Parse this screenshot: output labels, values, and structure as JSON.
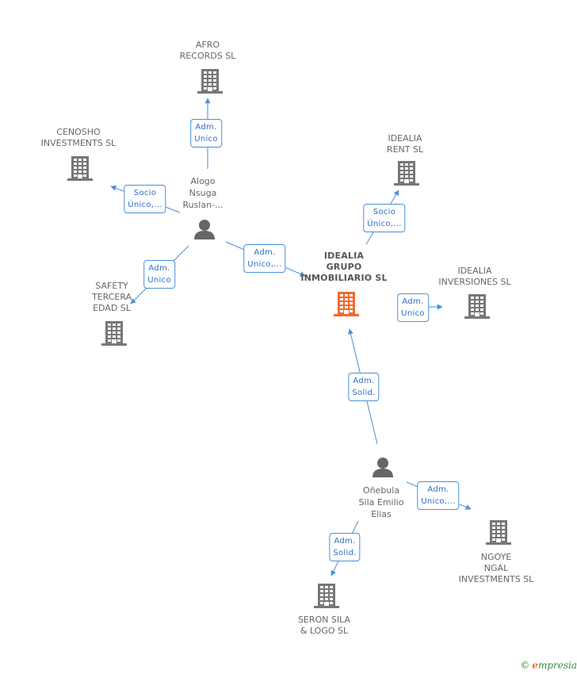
{
  "colors": {
    "edge": "#4a90d9",
    "company": "#777777",
    "primary": "#f26a2e",
    "person": "#666666"
  },
  "nodes": [
    {
      "id": "afro",
      "kind": "company",
      "label": "AFRO\nRECORDS SL"
    },
    {
      "id": "cenosho",
      "kind": "company",
      "label": "CENOSHO\nINVESTMENTS SL"
    },
    {
      "id": "alogo",
      "kind": "person",
      "label": "Alogo\nNsuga\nRuslan-..."
    },
    {
      "id": "safety",
      "kind": "company",
      "label": "SAFETY\nTERCERA\nEDAD SL"
    },
    {
      "id": "idealia_rent",
      "kind": "company",
      "label": "IDEALIA\nRENT SL"
    },
    {
      "id": "idealia_main",
      "kind": "primary",
      "label": "IDEALIA\nGRUPO\nINMOBILIARIO SL"
    },
    {
      "id": "idealia_inv",
      "kind": "company",
      "label": "IDEALIA\nINVERSIONES SL"
    },
    {
      "id": "onebula",
      "kind": "person",
      "label": "Oñebula\nSila Emilio\nElias"
    },
    {
      "id": "ngoye",
      "kind": "company",
      "label": "NGOYE\nNGAL\nINVESTMENTS SL"
    },
    {
      "id": "seron",
      "kind": "company",
      "label": "SERON SILA\n& LOGO SL"
    }
  ],
  "edges": [
    {
      "from": "alogo",
      "to": "afro",
      "label": "Adm.\nUnico"
    },
    {
      "from": "alogo",
      "to": "cenosho",
      "label": "Socio\nÚnico,..."
    },
    {
      "from": "alogo",
      "to": "safety",
      "label": "Adm.\nUnico"
    },
    {
      "from": "alogo",
      "to": "idealia_main",
      "label": "Adm.\nUnico,..."
    },
    {
      "from": "idealia_main",
      "to": "idealia_rent",
      "label": "Socio\nÚnico,..."
    },
    {
      "from": "idealia_main",
      "to": "idealia_inv",
      "label": "Adm.\nUnico"
    },
    {
      "from": "onebula",
      "to": "idealia_main",
      "label": "Adm.\nSolid."
    },
    {
      "from": "onebula",
      "to": "ngoye",
      "label": "Adm.\nUnico,..."
    },
    {
      "from": "onebula",
      "to": "seron",
      "label": "Adm.\nSolid."
    }
  ],
  "footer": {
    "copyright": "©",
    "brand_initial": "e",
    "brand_rest": "mpresia"
  }
}
